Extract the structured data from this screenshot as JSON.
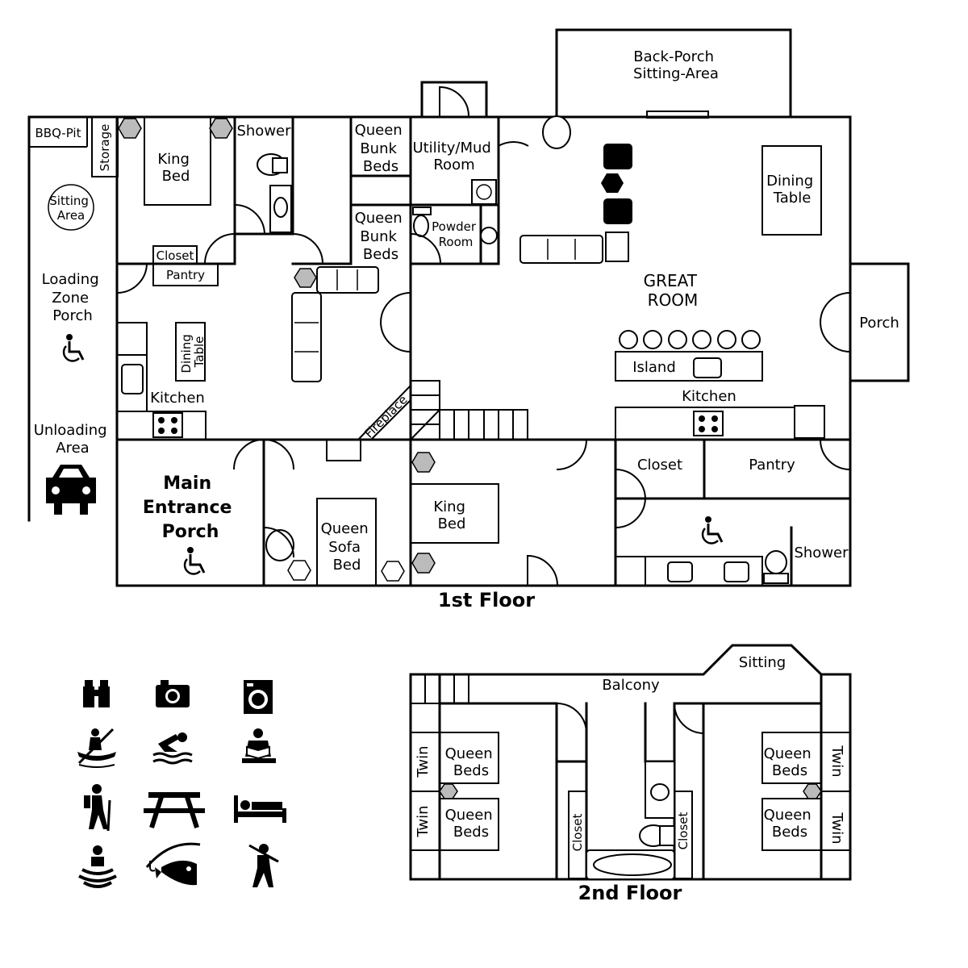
{
  "floor1": {
    "title": "1st Floor",
    "rooms": {
      "bbq": "BBQ-Pit",
      "storage": "Storage",
      "king_bed_1": [
        "King",
        "Bed"
      ],
      "shower_1": "Shower",
      "queen_bunk_1": [
        "Queen",
        "Bunk",
        "Beds"
      ],
      "queen_bunk_2": [
        "Queen",
        "Bunk",
        "Beds"
      ],
      "utility": [
        "Utility/Mud",
        "Room"
      ],
      "powder": [
        "Powder",
        "Room"
      ],
      "back_porch": [
        "Back-Porch",
        "Sitting-Area"
      ],
      "dining_table_great": [
        "Dining",
        "Table"
      ],
      "great_room": [
        "GREAT",
        "ROOM"
      ],
      "porch": "Porch",
      "island": "Island",
      "kitchen_great": "Kitchen",
      "sitting_area": [
        "Sitting",
        "Area"
      ],
      "loading_zone": [
        "Loading",
        "Zone",
        "Porch"
      ],
      "unloading": [
        "Unloading",
        "Area"
      ],
      "closet_1": "Closet",
      "pantry_1": "Pantry",
      "dining_table_small": [
        "Dining",
        "Table"
      ],
      "kitchen_small": "Kitchen",
      "fireplace": "Fireplace",
      "main_entrance": [
        "Main",
        "Entrance",
        "Porch"
      ],
      "queen_sofa": [
        "Queen",
        "Sofa",
        "Bed"
      ],
      "king_bed_2": [
        "King",
        "Bed"
      ],
      "closet_2": "Closet",
      "pantry_2": "Pantry",
      "shower_2": "Shower"
    }
  },
  "floor2": {
    "title": "2nd Floor",
    "rooms": {
      "sitting": "Sitting",
      "balcony": "Balcony",
      "twin_1": "Twin",
      "twin_2": "Twin",
      "twin_3": "Twin",
      "twin_4": "Twin",
      "queen_beds_1": [
        "Queen",
        "Beds"
      ],
      "queen_beds_2": [
        "Queen",
        "Beds"
      ],
      "queen_beds_3": [
        "Queen",
        "Beds"
      ],
      "queen_beds_4": [
        "Queen",
        "Beds"
      ],
      "closet_left": "Closet",
      "closet_right": "Closet"
    }
  },
  "amenity_icons": [
    "binoculars-icon",
    "camera-icon",
    "washer-icon",
    "kayak-icon",
    "swimming-icon",
    "reading-icon",
    "hiking-icon",
    "picnic-table-icon",
    "bed-icon",
    "hot-tub-icon",
    "fishing-icon",
    "golf-icon"
  ]
}
